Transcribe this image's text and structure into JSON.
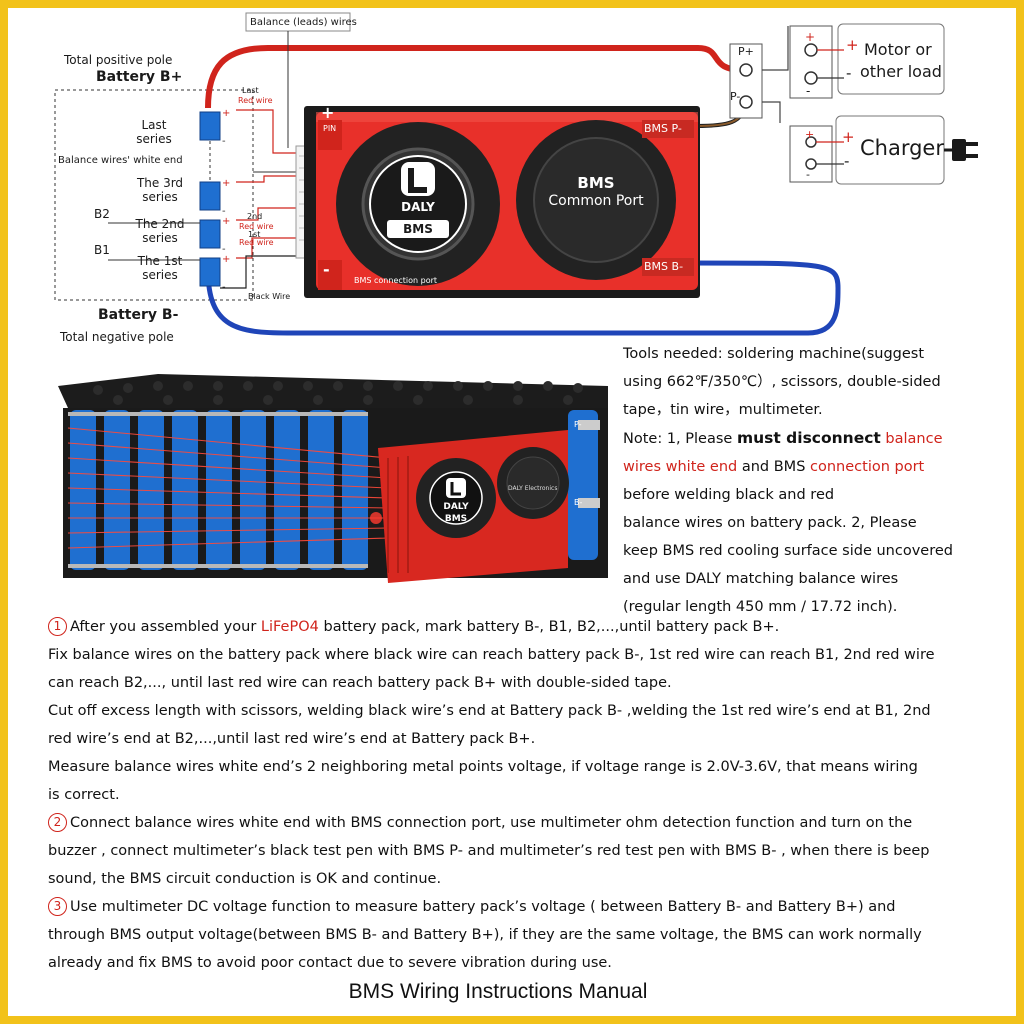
{
  "labels": {
    "balance_leads": "Balance (leads) wires",
    "total_positive_pole": "Total positive pole",
    "battery_b_plus": "Battery B+",
    "last_small": "Last",
    "red_wire_small_last": "Red wire",
    "last_series": [
      "Last",
      "series"
    ],
    "balance_white_end": "Balance wires' white end",
    "third_series": [
      "The 3rd",
      "series"
    ],
    "b2": "B2",
    "second_series": [
      "The 2nd",
      "series"
    ],
    "nd2_small": "2nd",
    "red_wire_small_2": "Red wire",
    "st1_small": "1st",
    "red_wire_small_1": "Red wire",
    "b1": "B1",
    "first_series": [
      "The 1st",
      "series"
    ],
    "black_wire_small": "Black Wire",
    "battery_b_minus": "Battery B-",
    "total_negative_pole": "Total negative pole",
    "pin": "PIN",
    "plus": "+",
    "minus": "-",
    "bms_connection_port": "BMS connection port",
    "daly": "DALY",
    "bms_logo": "BMS",
    "bms_common_port_1": "BMS",
    "bms_common_port_2": "Common Port",
    "bms_p_minus": "BMS P-",
    "bms_b_minus": "BMS B-",
    "p_plus": "P+",
    "p_minus": "P-",
    "motor_or": "Motor or",
    "other_load": "other load",
    "charger": "Charger",
    "pack_p_minus": "P-",
    "pack_b_minus": "B-",
    "pack_daly": "DALY",
    "pack_bms": "BMS",
    "pack_daly_electronics": "DALY Electronics"
  },
  "tools_note": {
    "line1": "Tools needed: soldering machine(suggest",
    "line2": "using 662℉/350℃）, scissors, double-sided",
    "line3": "tape，tin wire，multimeter.",
    "note_prefix": "Note: 1, Please ",
    "must_disconnect": "must disconnect",
    "balance_red": " balance",
    "wires_white_end_red": "wires white end",
    "and_bms": " and BMS ",
    "connection_port_red": "connection port",
    "line6": "before welding black and red",
    "line7": "balance wires on battery pack.  2, Please",
    "line8": "keep BMS red cooling surface side uncovered",
    "line9": "and use DALY matching balance wires",
    "line10": "(regular length 450 mm / 17.72 inch)."
  },
  "steps": {
    "s1_num": "1",
    "s1_a": "After you assembled your ",
    "s1_lifepo4": "LiFePO4",
    "s1_b": " battery pack, mark battery B-, B1, B2,...,until battery pack B+.",
    "s1_line2": "Fix balance wires on the battery pack where black wire can reach battery pack B-, 1st red wire can reach B1, 2nd red wire",
    "s1_line3": "can reach B2,..., until last red wire can reach battery pack B+ with double-sided tape.",
    "s1_line4": "Cut off excess length with scissors, welding black wire’s end at Battery pack B- ,welding the 1st red wire’s end at B1, 2nd",
    "s1_line5": "red wire’s end at B2,...,until  last red wire’s end at Battery pack B+.",
    "s1_line6": "Measure balance wires white end’s 2 neighboring metal points voltage,  if voltage range is 2.0V-3.6V, that means wiring",
    "s1_line7": "is correct.",
    "s2_num": "2",
    "s2_line1": "Connect balance wires white end with BMS connection port, use multimeter ohm detection function and turn on the",
    "s2_line2": "buzzer , connect multimeter’s black test pen with BMS P- and multimeter’s red test pen with BMS B- , when there is beep",
    "s2_line3": "sound, the BMS circuit conduction is OK and continue.",
    "s3_num": "3",
    "s3_line1": "Use multimeter DC voltage function to measure battery pack’s voltage ( between Battery B- and Battery B+) and",
    "s3_line2": "through BMS output voltage(between BMS B- and Battery B+), if they are the same voltage, the BMS can work normally",
    "s3_line3": "already and  fix BMS to avoid poor contact due to severe vibration during use."
  },
  "footer_title": "BMS Wiring Instructions Manual",
  "colors": {
    "border": "#f2c21a",
    "wire_red": "#d0241c",
    "wire_blue": "#1f45b8",
    "bms_red": "#e8302a",
    "battery_blue": "#1f6fd0",
    "text_red": "#d0241c"
  }
}
